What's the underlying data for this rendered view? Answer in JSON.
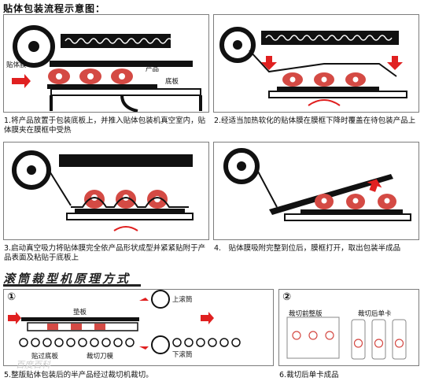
{
  "heading": "贴体包装流程示意图：",
  "steps": [
    {
      "caption": "1.将产品放置于包装底板上，并推入贴体包装机真空室内，贴体膜夹在膜框中受热",
      "labels": {
        "film": "贴体膜",
        "product": "产品",
        "base": "底板"
      }
    },
    {
      "caption": "2.经适当加热软化的贴体膜在膜框下降时覆盖在待包装产品上"
    },
    {
      "caption": "3.启动真空吸力将贴体膜完全依产品形状成型并紧紧贴附于产品表面及粘贴于底板上"
    },
    {
      "caption": "4.　贴体膜吸附完整到位后，膜框打开，取出包装半成品"
    }
  ],
  "section2": {
    "title": "滚筒裁型机原理方式",
    "panel1": {
      "number": "①",
      "labels": {
        "base": "垫板",
        "upper_roller": "上滚筒",
        "lower_roller": "下滚筒",
        "cutter": "裁切刀模",
        "bottom": "贴过底板"
      },
      "caption": "5.整版贴体包装后的半产品经过裁切机裁切。"
    },
    "panel2": {
      "number": "②",
      "labels": {
        "before": "裁切前整版",
        "after": "裁切后单卡"
      },
      "caption": "6.裁切后单卡成品"
    },
    "watermark": "百度百科"
  },
  "colors": {
    "red": "#e02020",
    "product": "#d44a44",
    "black": "#111111",
    "gray": "#9a9a9a"
  }
}
